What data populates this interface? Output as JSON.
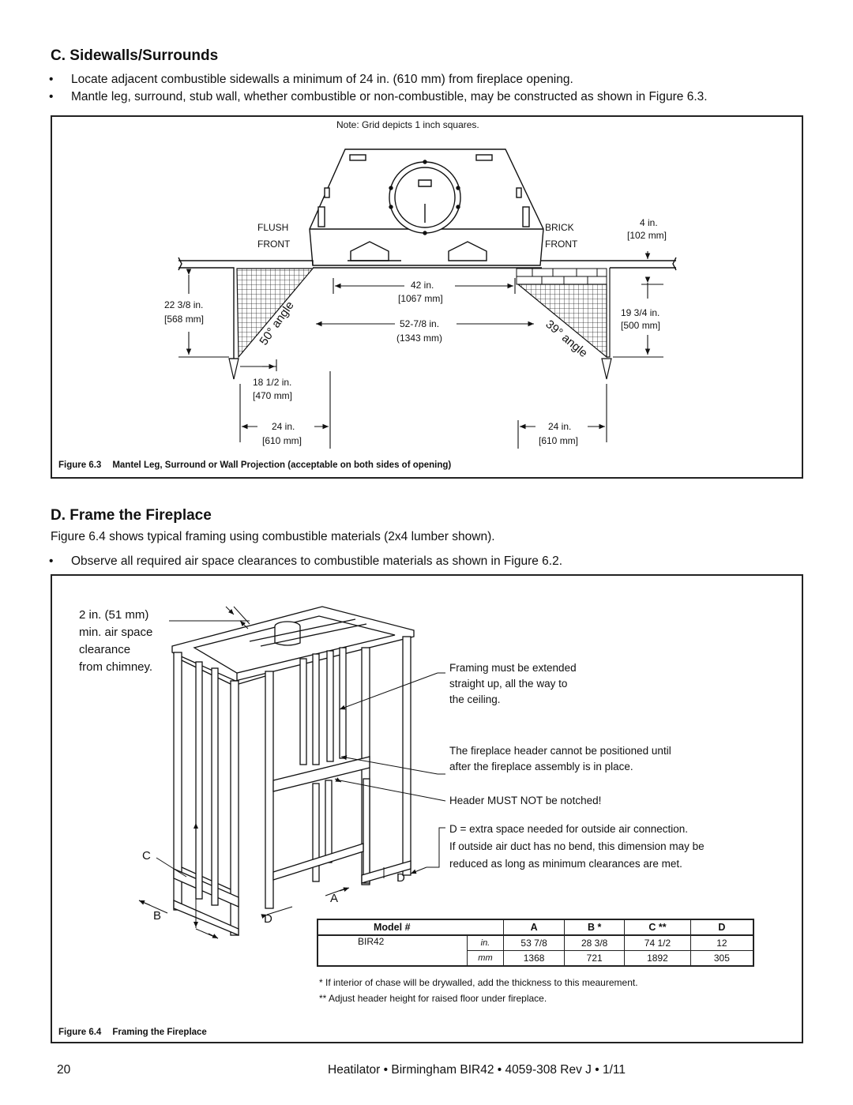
{
  "section_c": {
    "title": "C. Sidewalls/Surrounds",
    "bullets": [
      "Locate adjacent combustible sidewalls a minimum of 24 in. (610 mm) from fireplace opening.",
      "Mantle leg, surround, stub wall, whether combustible or non-combustible, may be constructed as shown in Figure 6.3."
    ]
  },
  "fig63": {
    "note": "Note: Grid depicts 1 inch squares.",
    "flush_front": [
      "FLUSH",
      "FRONT"
    ],
    "brick_front": [
      "BRICK",
      "FRONT"
    ],
    "dim_4in": [
      "4 in.",
      "[102 mm]"
    ],
    "dim_42in": [
      "42 in.",
      "[1067 mm]"
    ],
    "dim_52in": [
      "52-7/8 in.",
      "(1343 mm)"
    ],
    "dim_22in": [
      "22 3/8 in.",
      "[568 mm]"
    ],
    "dim_19in": [
      "19 3/4 in.",
      "[500 mm]"
    ],
    "dim_18in": [
      "18 1/2 in.",
      "[470 mm]"
    ],
    "dim_24in_left": [
      "24 in.",
      "[610 mm]"
    ],
    "dim_24in_right": [
      "24 in.",
      "[610 mm]"
    ],
    "angle_left": "50° angle",
    "angle_right": "39° angle",
    "caption_num": "Figure 6.3",
    "caption_text": "Mantel Leg, Surround or Wall Projection (acceptable on both sides of opening)"
  },
  "section_d": {
    "title": "D. Frame the Fireplace",
    "intro": "Figure 6.4 shows typical framing using combustible materials (2x4 lumber shown).",
    "bullet": "Observe all required air space clearances to combustible materials as shown in Figure 6.2."
  },
  "fig64": {
    "chimney_note": [
      "2 in. (51 mm)",
      "min. air space",
      "clearance",
      "from chimney."
    ],
    "framing_note": [
      "Framing must be extended",
      "straight up, all the way to",
      "the ceiling."
    ],
    "header_note": [
      "The fireplace header cannot be positioned until",
      "after the fireplace assembly is in place."
    ],
    "notch_note": "Header MUST NOT be notched!",
    "d_note": [
      "D = extra space needed for outside air connection.",
      "If outside air duct has no bend, this dimension may be",
      "reduced as long as minimum clearances are met."
    ],
    "letters": {
      "a": "A",
      "b": "B",
      "c": "C",
      "d1": "D",
      "d2": "D"
    },
    "table": {
      "headers": [
        "Model #",
        "",
        "A",
        "B *",
        "C **",
        "D"
      ],
      "model": "BIR42",
      "rows": [
        {
          "unit": "in.",
          "a": "53 7/8",
          "b": "28 3/8",
          "c": "74 1/2",
          "d": "12"
        },
        {
          "unit": "mm",
          "a": "1368",
          "b": "721",
          "c": "1892",
          "d": "305"
        }
      ]
    },
    "footnotes": [
      "* If interior of chase will be drywalled, add the thickness to this meaurement.",
      "** Adjust header height for raised floor under fireplace."
    ],
    "caption_num": "Figure 6.4",
    "caption_text": "Framing the Fireplace"
  },
  "footer": {
    "page": "20",
    "text": "Heatilator • Birmingham BIR42 • 4059-308 Rev J • 1/11"
  }
}
